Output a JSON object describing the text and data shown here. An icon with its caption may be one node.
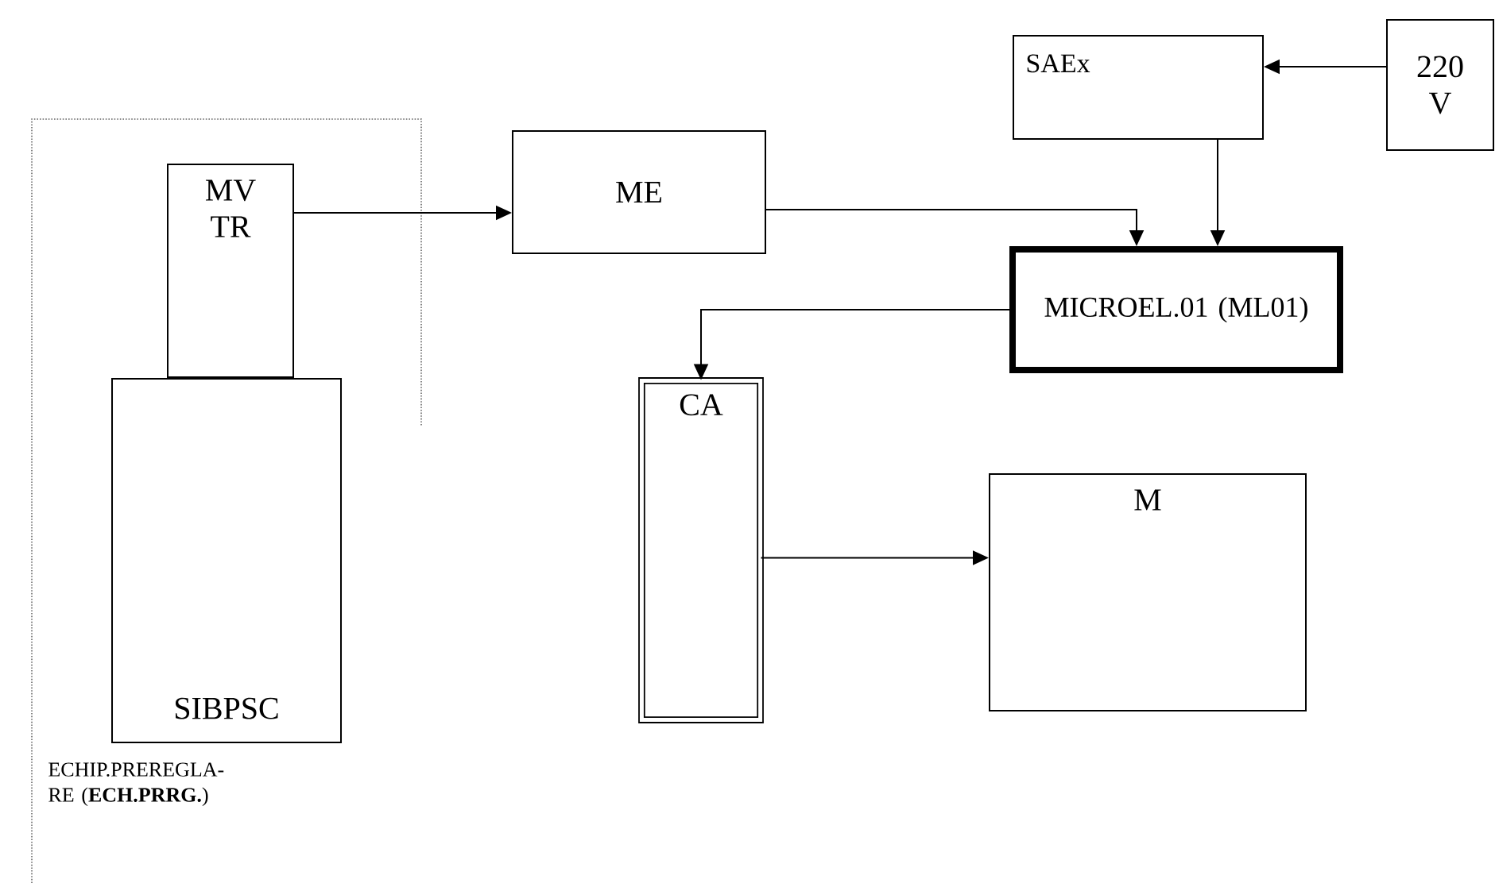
{
  "diagram": {
    "nodes": [
      {
        "text": [
          "ECHIP.PREREGLA- RE (**ECH.PRRG.**)"
        ]
      },
      {
        "text": [
          "MV TR"
        ],
        "in": 0
      },
      {
        "text": [
          "SIBPSC"
        ],
        "in": 0
      },
      {
        "text": [
          "ME"
        ]
      },
      {
        "text": [
          "SAEx"
        ]
      },
      {
        "text": [
          "220 V"
        ]
      },
      {
        "text": [
          "MICROEL.01 (ML01)"
        ]
      },
      {
        "text": [
          "CA"
        ]
      },
      {
        "text": [
          "M"
        ]
      }
    ],
    "edges": [
      {
        "from": 1,
        "to": 3,
        "arrow": "to"
      },
      {
        "from": 3,
        "to": 6,
        "arrow": "to"
      },
      {
        "from": 4,
        "to": 6,
        "arrow": "to"
      },
      {
        "from": 5,
        "to": 4,
        "arrow": "to"
      },
      {
        "from": 6,
        "to": 7,
        "arrow": "to"
      },
      {
        "from": 7,
        "to": 8,
        "arrow": "to"
      }
    ]
  }
}
